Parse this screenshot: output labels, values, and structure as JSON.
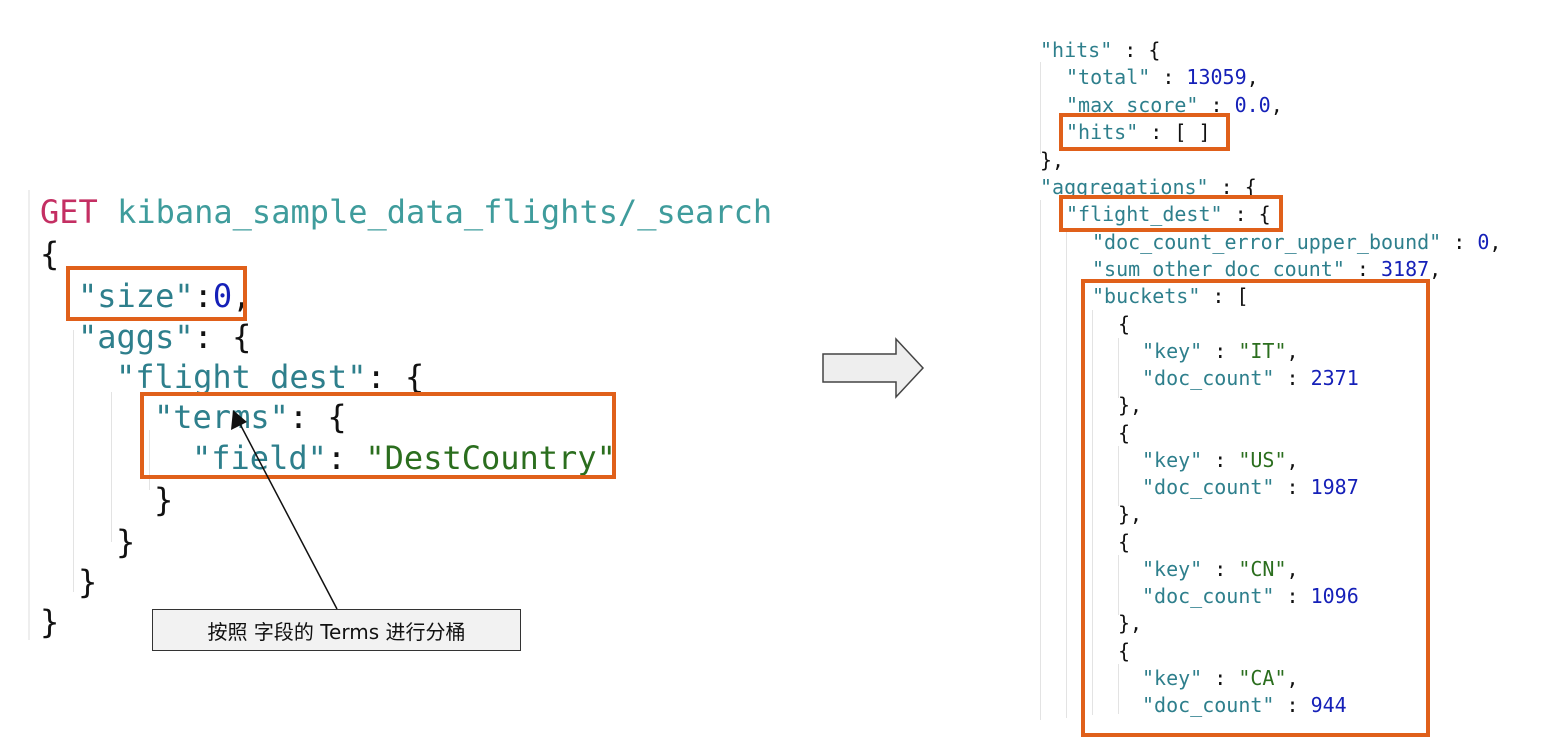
{
  "request": {
    "method": "GET",
    "endpoint": "kibana_sample_data_flights/_search",
    "size_key": "\"size\"",
    "size_value": "0",
    "aggs_key": "\"aggs\"",
    "agg_name_key": "\"flight_dest\"",
    "terms_key": "\"terms\"",
    "field_key": "\"field\"",
    "field_value": "\"DestCountry\""
  },
  "annotation": {
    "text": "按照 字段的 Terms 进行分桶"
  },
  "response": {
    "hits_key": "\"hits\"",
    "total_key": "\"total\"",
    "total_value": "13059",
    "max_score_key": "\"max_score\"",
    "max_score_value": "0.0",
    "inner_hits_key": "\"hits\"",
    "inner_hits_value": "[ ]",
    "aggregations_key": "\"aggregations\"",
    "agg_name_key": "\"flight_dest\"",
    "error_bound_key": "\"doc_count_error_upper_bound\"",
    "error_bound_value": "0",
    "sum_other_key": "\"sum_other_doc_count\"",
    "sum_other_value": "3187",
    "buckets_key": "\"buckets\"",
    "key_label": "\"key\"",
    "doc_count_label": "\"doc_count\"",
    "buckets": [
      {
        "key": "\"IT\"",
        "doc_count": "2371"
      },
      {
        "key": "\"US\"",
        "doc_count": "1987"
      },
      {
        "key": "\"CN\"",
        "doc_count": "1096"
      },
      {
        "key": "\"CA\"",
        "doc_count": "944"
      }
    ]
  },
  "colors": {
    "highlight": "#e0601a",
    "method": "#c42f63",
    "path": "#3f9c9c",
    "key": "#2e7f8c",
    "string": "#2b6e1e",
    "number": "#1520b8"
  }
}
